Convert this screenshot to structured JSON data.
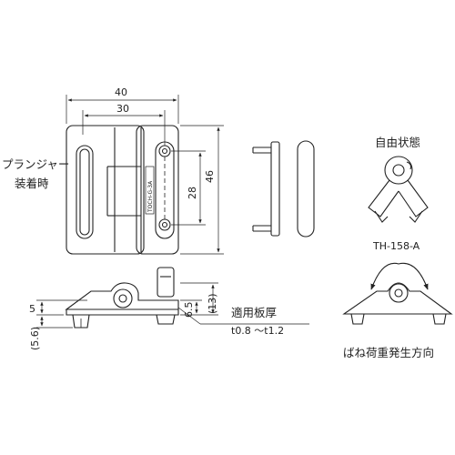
{
  "labels": {
    "plunger_line1": "プランジャー",
    "plunger_line2": "装着時",
    "free_state": "自由状態",
    "model": "TH-158-A",
    "spring_direction": "ばね荷重発生方向",
    "plate_thickness_title": "適用板厚",
    "plate_thickness_range": "t0.8 ～t1.2",
    "stamp": "TOCH-G-3A"
  },
  "dimensions": {
    "width_overall": "40",
    "width_holes": "30",
    "height_overall": "46",
    "height_holes": "28",
    "side_h1": "5",
    "side_h2": "6.5",
    "side_h3": "(13)",
    "side_h4": "(5.6)"
  }
}
